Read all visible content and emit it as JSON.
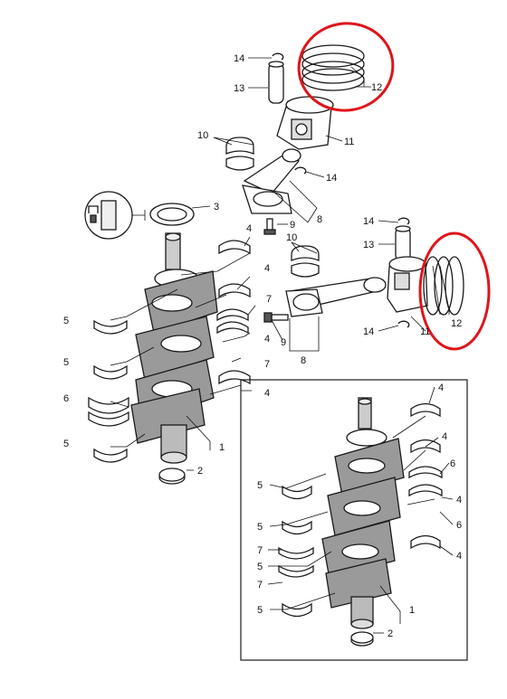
{
  "figure": {
    "type": "exploded-parts-diagram",
    "colors": {
      "line": "#1a1a1a",
      "highlight": "#e0141b",
      "part_fill": "#ffffff",
      "shade": "#9a9a9a",
      "dark": "#555555"
    },
    "callouts": {
      "c14a": "14",
      "c13a": "13",
      "c12a": "12",
      "c11a": "11",
      "c10a": "10",
      "c14b": "14",
      "c3": "3",
      "c9a": "9",
      "c8a": "8",
      "c14c": "14",
      "c13b": "13",
      "c10b": "10",
      "c12b": "12",
      "c11b": "11",
      "c14d": "14",
      "c9b": "9",
      "c8b": "8",
      "c4a": "4",
      "c4b": "4",
      "c7a": "7",
      "c4c": "4",
      "c7b": "7",
      "c4d": "4",
      "c5a": "5",
      "c5b": "5",
      "c6a": "6",
      "c5c": "5",
      "c1a": "1",
      "c2a": "2",
      "i4a": "4",
      "i4b": "4",
      "i6a": "6",
      "i4c": "4",
      "i6b": "6",
      "i4d": "4",
      "i5a": "5",
      "i5b": "5",
      "i7a": "7",
      "i5c": "5",
      "i7b": "7",
      "i5d": "5",
      "i1": "1",
      "i2": "2"
    },
    "highlighted_parts": [
      "12",
      "12"
    ]
  }
}
